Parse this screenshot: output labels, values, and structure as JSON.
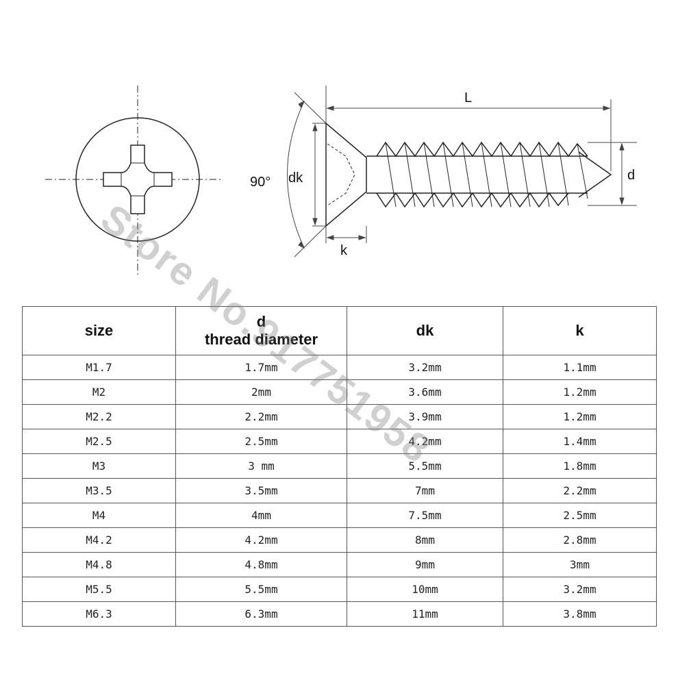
{
  "diagram": {
    "labels": {
      "angle": "90°",
      "head_diameter": "dk",
      "head_height": "k",
      "length": "L",
      "diameter": "d"
    }
  },
  "table": {
    "headers": {
      "size": "size",
      "d_line1": "d",
      "d_line2": "thread diameter",
      "dk": "dk",
      "k": "k"
    },
    "rows": [
      [
        "M1.7",
        "1.7mm",
        "3.2mm",
        "1.1mm"
      ],
      [
        "M2",
        "2mm",
        "3.6mm",
        "1.2mm"
      ],
      [
        "M2.2",
        "2.2mm",
        "3.9mm",
        "1.2mm"
      ],
      [
        "M2.5",
        "2.5mm",
        "4.2mm",
        "1.4mm"
      ],
      [
        "M3",
        "3 mm",
        "5.5mm",
        "1.8mm"
      ],
      [
        "M3.5",
        "3.5mm",
        "7mm",
        "2.2mm"
      ],
      [
        "M4",
        "4mm",
        "7.5mm",
        "2.5mm"
      ],
      [
        "M4.2",
        "4.2mm",
        "8mm",
        "2.8mm"
      ],
      [
        "M4.8",
        "4.8mm",
        "9mm",
        "3mm"
      ],
      [
        "M5.5",
        "5.5mm",
        "10mm",
        "3.2mm"
      ],
      [
        "M6.3",
        "6.3mm",
        "11mm",
        "3.8mm"
      ]
    ]
  },
  "watermark": "Store No.917751958",
  "colors": {
    "line": "#222222",
    "grid": "#555555",
    "watermark": "#787878"
  }
}
